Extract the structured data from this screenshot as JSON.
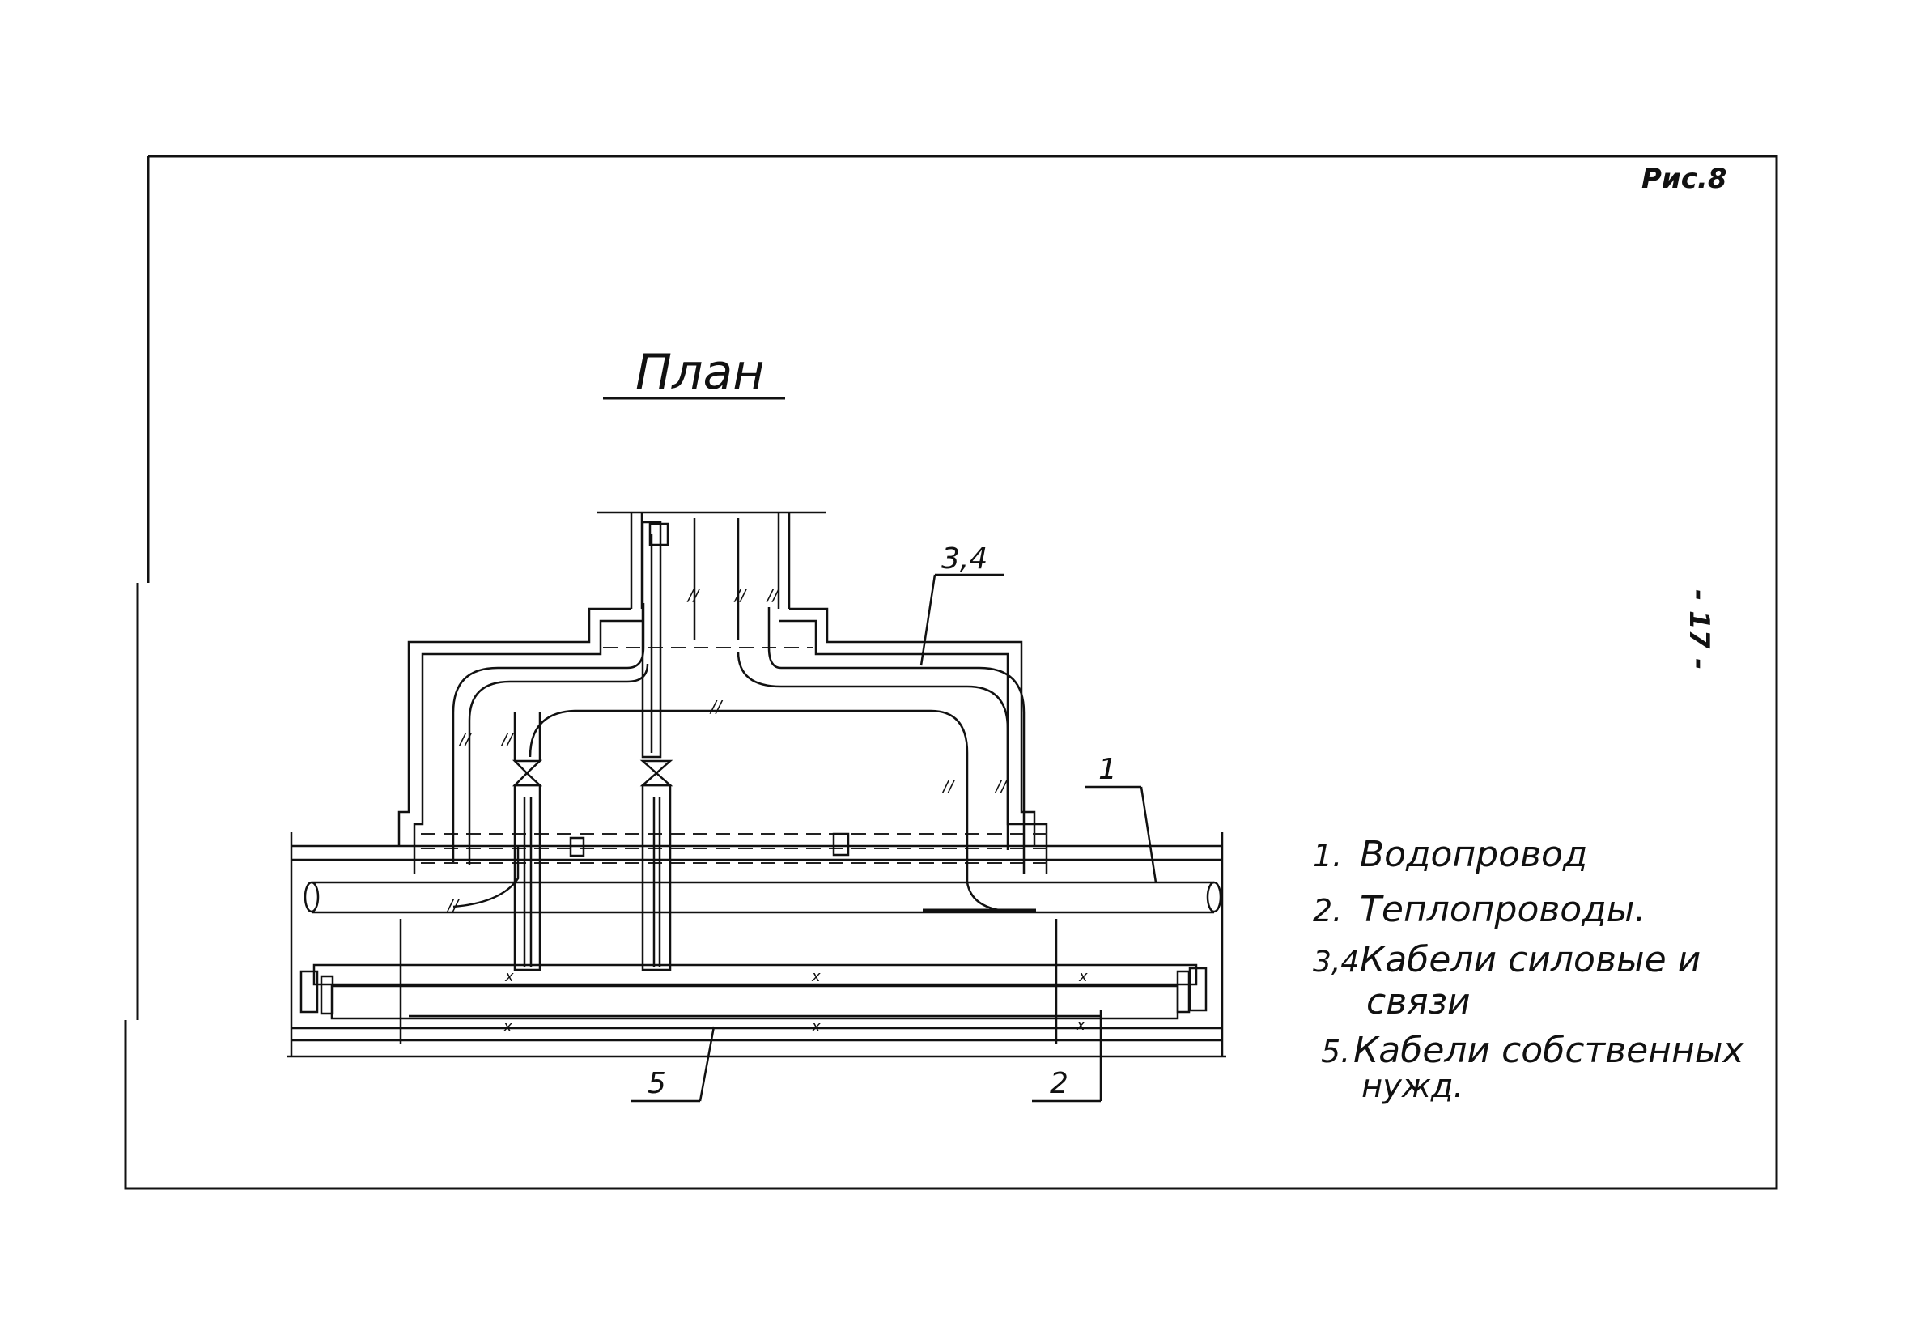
{
  "figure_label": "Рис.8",
  "page_number": "- 17 -",
  "title": "План",
  "callouts": {
    "c1": "1",
    "c2": "2",
    "c34": "3,4",
    "c5": "5"
  },
  "legend": [
    {
      "num": "1.",
      "text": "Водопровод"
    },
    {
      "num": "2.",
      "text": "Теплопроводы."
    },
    {
      "num": "3,4.",
      "text": "Кабели силовые и"
    },
    {
      "num": "",
      "text": "связи"
    },
    {
      "num": "5.",
      "text": "Кабели собственных"
    },
    {
      "num": "",
      "text": "нужд."
    }
  ]
}
